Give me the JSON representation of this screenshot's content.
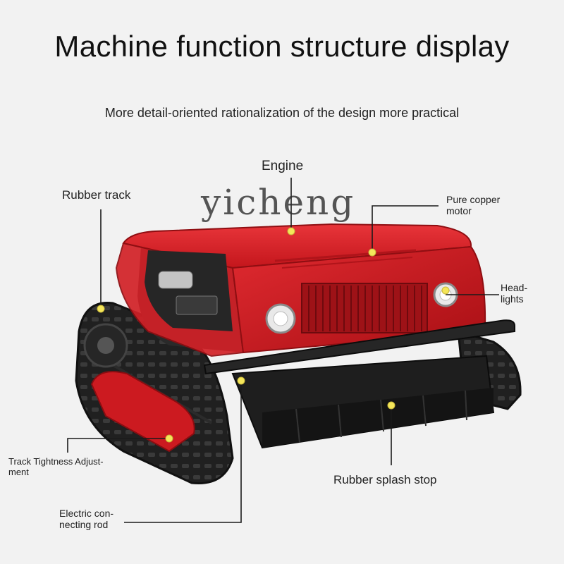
{
  "title": "Machine function structure display",
  "subtitle": "More detail-oriented rationalization of the design more practical",
  "watermark": "yicheng",
  "colors": {
    "background": "#f2f2f2",
    "body_red": "#d81e24",
    "track_black": "#1c1c1c",
    "marker_yellow": "#f4e65a"
  },
  "callouts": {
    "engine": "Engine",
    "rubber_track": "Rubber track",
    "pure_copper_motor_line1": "Pure copper",
    "pure_copper_motor_line2": "motor",
    "headlights_line1": "Head-",
    "headlights_line2": "lights",
    "track_tightness_line1": "Track Tightness Adjust-",
    "track_tightness_line2": "ment",
    "rubber_splash_stop": "Rubber splash stop",
    "electric_rod_line1": "Electric con-",
    "electric_rod_line2": "necting rod"
  }
}
